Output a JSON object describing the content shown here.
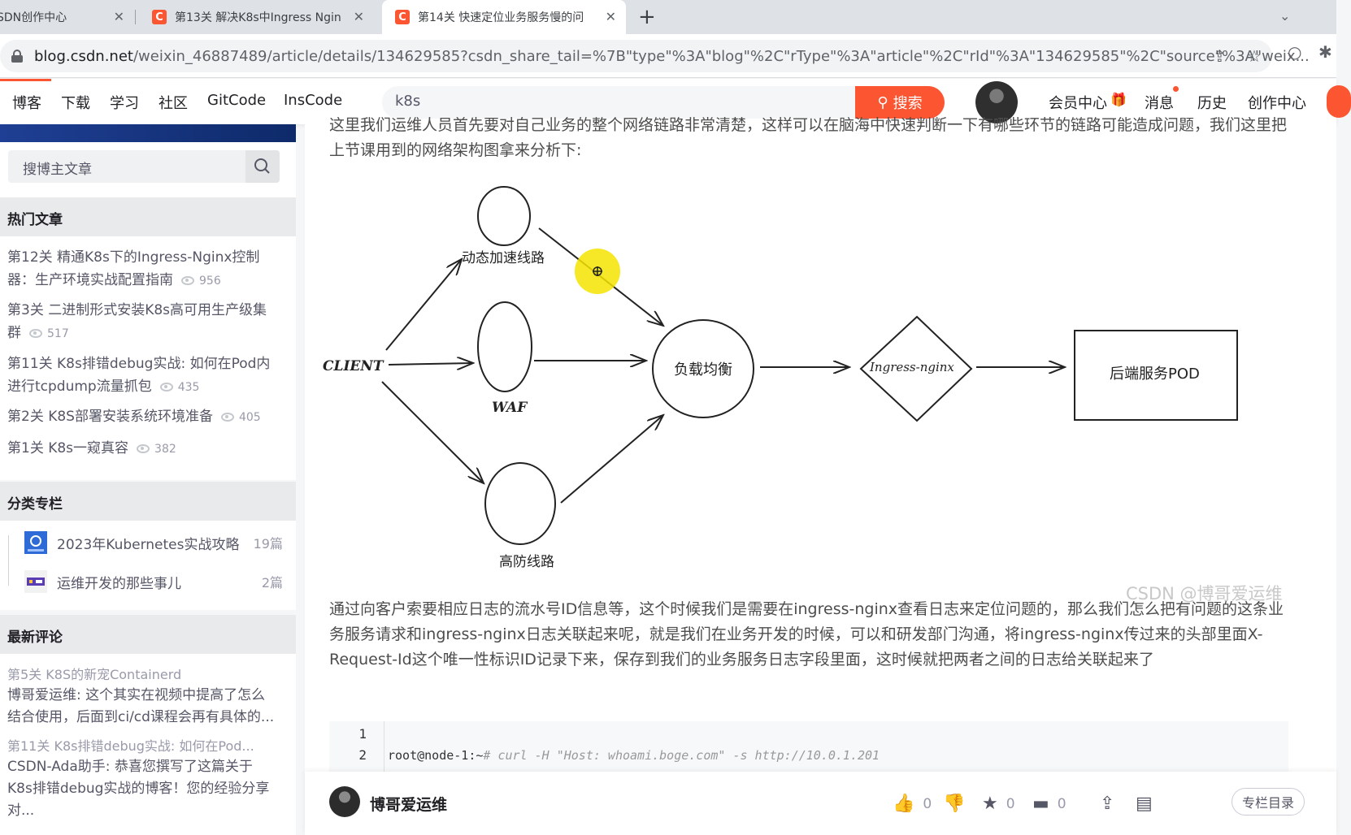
{
  "browser": {
    "tabs": [
      {
        "title": "SDN创作中心",
        "active": false
      },
      {
        "title": "第13关 解决K8s中Ingress Ngin",
        "active": false
      },
      {
        "title": "第14关 快速定位业务服务慢的问",
        "active": true
      }
    ],
    "url_host": "blog.csdn.net",
    "url_path": "/weixin_46887489/article/details/134629585?csdn_share_tail=%7B\"type\"%3A\"blog\"%2C\"rType\"%3A\"article\"%2C\"rId\"%3A\"134629585\"%2C\"source\"%3A\"weix..."
  },
  "toolbar": {
    "nav": [
      "博客",
      "下载",
      "学习",
      "社区",
      "GitCode",
      "InsCode"
    ],
    "search_value": "k8s",
    "search_button": "搜索",
    "right": [
      "会员中心",
      "消息",
      "历史",
      "创作中心"
    ],
    "accent": "#fc5531"
  },
  "sidebar": {
    "search_placeholder": "搜博主文章",
    "hot_title": "热门文章",
    "hot": [
      {
        "title": "第12关 精通K8s下的Ingress-Nginx控制器：生产环境实战配置指南",
        "views": "956"
      },
      {
        "title": "第3关 二进制形式安装K8s高可用生产级集群",
        "views": "517"
      },
      {
        "title": "第11关 K8s排错debug实战: 如何在Pod内进行tcpdump流量抓包",
        "views": "435"
      },
      {
        "title": "第2关 K8S部署安装系统环境准备",
        "views": "405"
      },
      {
        "title": "第1关 K8s一窥真容",
        "views": "382"
      }
    ],
    "categories_title": "分类专栏",
    "categories": [
      {
        "name": "2023年Kubernetes实战攻略",
        "count": "19篇"
      },
      {
        "name": "运维开发的那些事儿",
        "count": "2篇"
      }
    ],
    "comments_title": "最新评论",
    "comments": [
      {
        "article": "第5关 K8S的新宠Containerd",
        "text": "博哥爱运维: 这个其实在视频中提高了怎么结合使用，后面到ci/cd课程会再有具体的..."
      },
      {
        "article": "第11关 K8s排错debug实战: 如何在Pod...",
        "text": "CSDN-Ada助手: 恭喜您撰写了这篇关于K8s排错debug实战的博客！您的经验分享对..."
      }
    ]
  },
  "article": {
    "para_top": "这里我们运维人员首先要对自己业务的整个网络链路非常清楚，这样可以在脑海中快速判断一下有哪些环节的链路可能造成问题，我们这里把上节课用到的网络架构图拿来分析下:",
    "diagram": {
      "client": "CLIENT",
      "dynamic": "动态加速线路",
      "waf": "WAF",
      "gaofang": "高防线路",
      "lb": "负载均衡",
      "ingress": "Ingress-nginx",
      "backend": "后端服务POD"
    },
    "watermark": "CSDN @博哥爱运维",
    "para_bottom": "通过向客户索要相应日志的流水号ID信息等，这个时候我们是需要在ingress-nginx查看日志来定位问题的，那么我们怎么把有问题的这条业务服务请求和ingress-nginx日志关联起来呢，就是我们在业务开发的时候，可以和研发部门沟通，将ingress-nginx传过来的头部里面X-Request-Id这个唯一性标识ID记录下来，保存到我们的业务服务日志字段里面，这时候就把两者之间的日志给关联起来了",
    "code": {
      "line_numbers": [
        "1",
        "2"
      ],
      "prompt": "root@node-1:~",
      "command": "# curl -H \"Host: whoami.boge.com\" -s http://10.0.1.201"
    }
  },
  "bottom": {
    "author": "博哥爱运维",
    "like_count": "0",
    "fav_count": "0",
    "comment_count": "0",
    "column_button": "专栏目录"
  }
}
